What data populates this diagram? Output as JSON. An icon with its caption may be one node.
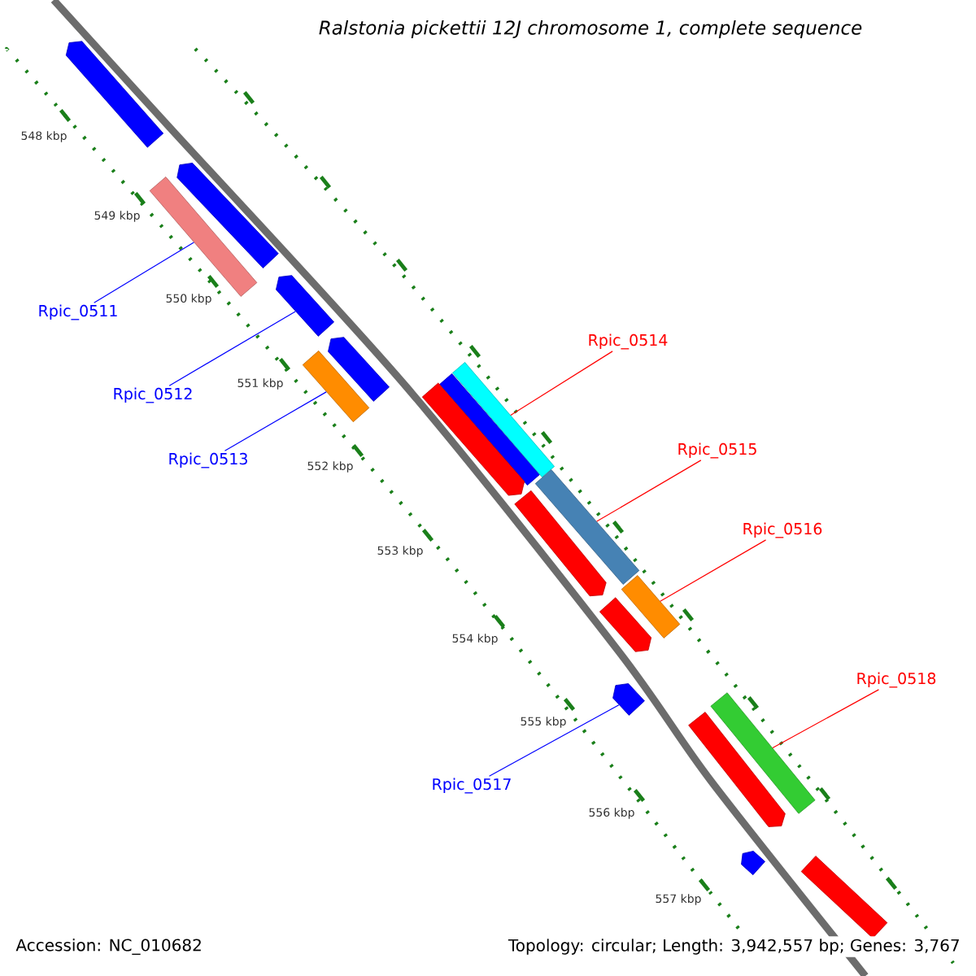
{
  "diagram": {
    "title": "Ralstonia pickettii 12J chromosome 1, complete sequence",
    "nodes": [
      {
        "text": [
          "Rpic_0511"
        ]
      },
      {
        "text": [
          "Rpic_0512"
        ]
      },
      {
        "text": [
          "Rpic_0513"
        ]
      },
      {
        "text": [
          "Rpic_0514"
        ]
      },
      {
        "text": [
          "Rpic_0515"
        ]
      },
      {
        "text": [
          "Rpic_0516"
        ]
      },
      {
        "text": [
          "Rpic_0517"
        ]
      },
      {
        "text": [
          "Rpic_0518"
        ]
      },
      {
        "text": [],
        "shape": "pentagon"
      },
      {
        "text": [],
        "shape": "pentagon"
      },
      {
        "text": [],
        "shape": "bar"
      },
      {
        "text": [],
        "shape": "pentagon"
      },
      {
        "text": [],
        "shape": "pentagon"
      },
      {
        "text": [],
        "shape": "bar"
      },
      {
        "text": [],
        "shape": "bar"
      },
      {
        "text": [],
        "shape": "bar"
      },
      {
        "text": [],
        "shape": "pentagon"
      },
      {
        "text": [],
        "shape": "bar"
      },
      {
        "text": [],
        "shape": "pentagon"
      },
      {
        "text": [],
        "shape": "bar"
      },
      {
        "text": [],
        "shape": "pentagon"
      },
      {
        "text": [],
        "shape": "pentagon"
      },
      {
        "text": [],
        "shape": "bar"
      },
      {
        "text": [],
        "shape": "pentagon"
      },
      {
        "text": [],
        "shape": "pentagon"
      },
      {
        "text": [],
        "shape": "bar"
      }
    ],
    "edges": [
      {
        "from": 0,
        "to": 10,
        "arrow": "none",
        "color": "#0000ff"
      },
      {
        "from": 1,
        "to": 11,
        "arrow": "none",
        "color": "#0000ff"
      },
      {
        "from": 2,
        "to": 13,
        "arrow": "none",
        "color": "#0000ff"
      },
      {
        "from": 3,
        "to": 15,
        "arrow": "none",
        "color": "#ff0000"
      },
      {
        "from": 4,
        "to": 17,
        "arrow": "none",
        "color": "#ff0000"
      },
      {
        "from": 5,
        "to": 19,
        "arrow": "none",
        "color": "#ff0000"
      },
      {
        "from": 6,
        "to": 21,
        "arrow": "none",
        "color": "#0000ff"
      },
      {
        "from": 7,
        "to": 22,
        "arrow": "none",
        "color": "#ff0000"
      }
    ],
    "labels": [
      "548 kbp",
      "549 kbp",
      "550 kbp",
      "551 kbp",
      "552 kbp",
      "553 kbp",
      "554 kbp",
      "555 kbp",
      "556 kbp",
      "557 kbp",
      "Accession: NC_010682",
      "Topology: circular; Length: 3,942,557 bp; Genes: 3,767"
    ]
  }
}
